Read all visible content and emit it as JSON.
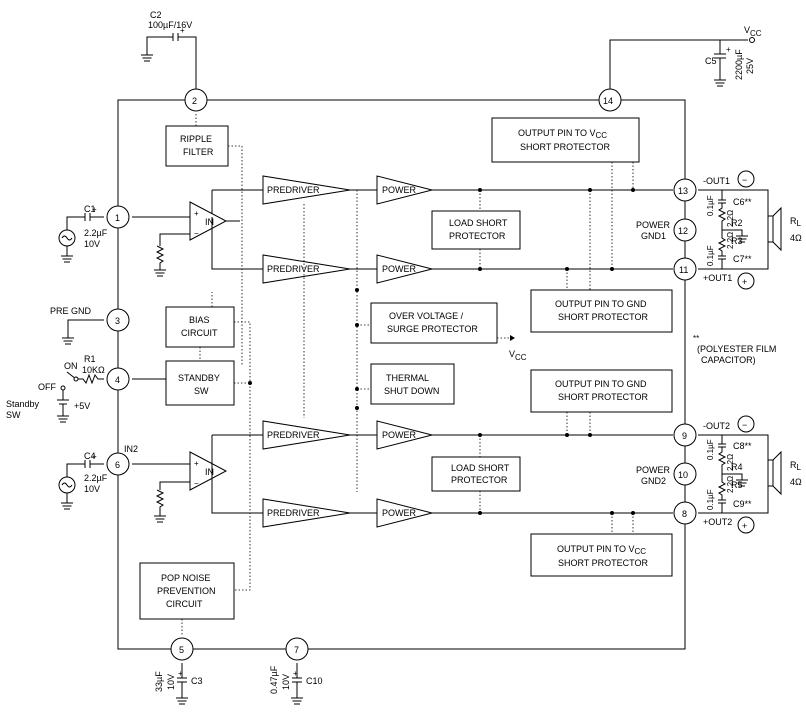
{
  "pins": {
    "p1": "1",
    "p2": "2",
    "p3": "3",
    "p4": "4",
    "p5": "5",
    "p6": "6",
    "p7": "7",
    "p8": "8",
    "p9": "9",
    "p10": "10",
    "p11": "11",
    "p12": "12",
    "p13": "13",
    "p14": "14"
  },
  "blocks": {
    "ripple_filter": [
      "RIPPLE",
      "FILTER"
    ],
    "bias_circuit": [
      "BIAS",
      "CIRCUIT"
    ],
    "standby_sw": [
      "STANDBY",
      "SW"
    ],
    "pop_noise": [
      "POP NOISE",
      "PREVENTION",
      "CIRCUIT"
    ],
    "load_short_1": [
      "LOAD SHORT",
      "PROTECTOR"
    ],
    "load_short_2": [
      "LOAD SHORT",
      "PROTECTOR"
    ],
    "over_voltage": [
      "OVER VOLTAGE /",
      "SURGE PROTECTOR"
    ],
    "thermal": [
      "THERMAL",
      "SHUT DOWN"
    ],
    "out_vcc_1": [
      "OUTPUT PIN TO V",
      "CC",
      "SHORT PROTECTOR"
    ],
    "out_gnd_1": [
      "OUTPUT PIN TO GND",
      "SHORT PROTECTOR"
    ],
    "out_gnd_2": [
      "OUTPUT PIN TO GND",
      "SHORT PROTECTOR"
    ],
    "out_vcc_2": [
      "OUTPUT PIN TO V",
      "CC",
      "SHORT PROTECTOR"
    ]
  },
  "amps": {
    "predriver": "PREDRIVER",
    "power": "POWER",
    "in_label": "IN",
    "plus": "+",
    "minus": "−"
  },
  "labels": {
    "c2": "C2",
    "c2_val": "100µF/16V",
    "vcc_top": "V",
    "vcc_sub": "CC",
    "c5": "C5",
    "c5_val": "2200µF",
    "c5_volt": "25V",
    "c1": "C1",
    "c1_val": "2.2µF",
    "c1_volt": "10V",
    "pre_gnd": "PRE GND",
    "r1": "R1",
    "r1_val": "10KΩ",
    "on": "ON",
    "off": "OFF",
    "standby": "Standby",
    "sw": "SW",
    "plus5v": "+5V",
    "c4": "C4",
    "c4_val": "2.2µF",
    "c4_volt": "10V",
    "in2": "IN2",
    "c3_val": "33µF",
    "c3_volt": "10V",
    "c3": "C3",
    "c10_val": "0.47µF",
    "c10_volt": "10V",
    "c10": "C10",
    "out1_minus": "-OUT1",
    "out1_plus": "+OUT1",
    "out2_minus": "-OUT2",
    "out2_plus": "+OUT2",
    "power_gnd1": [
      "POWER",
      "GND1"
    ],
    "power_gnd2": [
      "POWER",
      "GND2"
    ],
    "cap_01": "0.1µF",
    "res_22": "2.2Ω",
    "c6": "C6**",
    "c7": "C7**",
    "c8": "C8**",
    "c9": "C9**",
    "r2": "R2",
    "r3": "R3",
    "r4": "R4",
    "r5": "R5",
    "rl": "R",
    "rl_sub": "L",
    "rl_val": "4Ω",
    "vcc_mid": "V",
    "vcc_mid_sub": "CC",
    "note_star": "**",
    "note": [
      "(POLYESTER FILM",
      "CAPACITOR)"
    ],
    "circle_minus": "−",
    "circle_plus": "+"
  }
}
